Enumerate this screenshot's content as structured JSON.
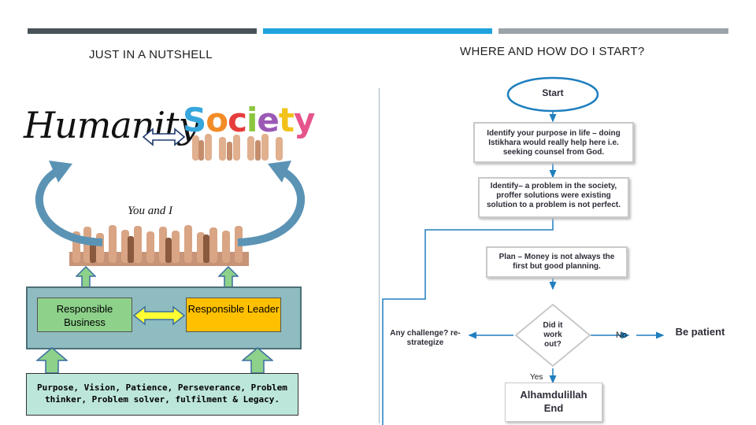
{
  "header": {
    "bar_colors": [
      "#485358",
      "#1fa3dc",
      "#9aa3a7"
    ]
  },
  "left_panel": {
    "title": "JUST IN A NUTSHELL",
    "humanity_logo": "Humanity",
    "society_logo": "Society",
    "you_and_i": "You and I",
    "responsible_business": "Responsible Business",
    "responsible_leader": "Responsible Leader",
    "qualities": "Purpose, Vision, Patience, Perseverance, Problem thinker, Problem solver, fulfilment & Legacy.",
    "colors": {
      "business_box": "#8dd18a",
      "leader_box": "#ffc000",
      "container": "#8fbcc1",
      "qualities_box": "#bde6da",
      "up_arrow": "#8dd18a",
      "cycle_arrow": "#5b93b5"
    }
  },
  "flowchart": {
    "title": "WHERE AND HOW DO I START?",
    "start": "Start",
    "step1": "Identify your purpose in life – doing Istikhara would really help here i.e. seeking counsel from God.",
    "step2": "Identify– a problem in the society, proffer solutions were existing solution to a problem is not perfect.",
    "step3": "Plan – Money is not always the first but good planning.",
    "decision": "Did it work out?",
    "no_label": "No",
    "yes_label": "Yes",
    "be_patient": "Be patient",
    "challenge": "Any challenge? re-strategize",
    "end": "Alhamdulillah End"
  }
}
